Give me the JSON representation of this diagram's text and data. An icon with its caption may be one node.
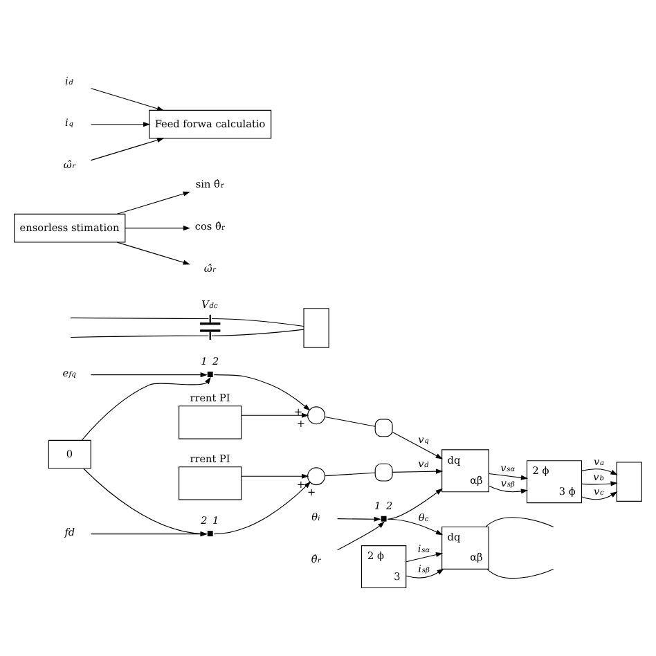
{
  "diagram": {
    "nodes": [
      {
        "text": [
          "0"
        ]
      },
      {
        "text": [
          "fd"
        ]
      },
      {
        "text": [],
        "shape": "switch",
        "beside": [
          "2",
          "1"
        ]
      },
      {
        "text": [],
        "shape": "switch",
        "beside": [
          "1",
          "2"
        ]
      },
      {
        "text": [
          "e$_{fq}$"
        ]
      },
      {
        "text": [],
        "shape": "capacitor",
        "beside": [
          "V$_{dc}$"
        ]
      },
      {
        "text": [],
        "shape": "box"
      },
      {
        "text": [
          "rrent PI"
        ]
      },
      {
        "text": [],
        "shape": "circle",
        "beside": [
          "+",
          "+"
        ]
      },
      {
        "text": [],
        "shape": "limiter"
      },
      {
        "text": [
          "dq",
          "αβ"
        ]
      },
      {
        "text": [
          "2 ϕ",
          "3 ϕ"
        ]
      },
      {
        "text": [],
        "shape": "box"
      },
      {
        "text": [
          "rrent PI"
        ]
      },
      {
        "text": [],
        "shape": "circle",
        "beside": [
          "+",
          "+"
        ]
      },
      {
        "text": [],
        "shape": "limiter"
      },
      {
        "text": [
          "dq",
          "αβ"
        ]
      },
      {
        "text": [
          "2 ϕ",
          "3"
        ]
      },
      {
        "text": [],
        "shape": "switch",
        "beside": [
          "1",
          "2"
        ]
      },
      {
        "text": [
          "θ$_{i}$"
        ]
      },
      {
        "text": [
          "θ̂$_{r}$"
        ]
      },
      {
        "text": [
          "ensorless stimation"
        ]
      },
      {
        "text": [
          "sin θ̂$_{r}$"
        ]
      },
      {
        "text": [
          "cos θ̂$_{r}$"
        ]
      },
      {
        "text": [
          "ω̂$_{r}$"
        ]
      },
      {
        "text": [
          "i$_{d}$"
        ]
      },
      {
        "text": [
          "i$_{q}$"
        ]
      },
      {
        "text": [
          "ω̂$_{r}$"
        ]
      },
      {
        "text": [
          "Feed forwa calculatio"
        ]
      }
    ],
    "edges": [
      {
        "from": 0,
        "to": 2,
        "arrow": "to"
      },
      {
        "from": 0,
        "to": 3,
        "arrow": "to"
      },
      {
        "from": 1,
        "to": 2,
        "arrow": "to"
      },
      {
        "from": 4,
        "to": 3,
        "arrow": "to"
      },
      {
        "from": 3,
        "to": 8,
        "arrow": "to"
      },
      {
        "from": 2,
        "to": 14,
        "arrow": "to"
      },
      {
        "from": 7,
        "to": 8,
        "arrow": "to"
      },
      {
        "from": 13,
        "to": 14,
        "arrow": "to"
      },
      {
        "from": 8,
        "to": 9,
        "arrow": "none"
      },
      {
        "from": 9,
        "to": 10,
        "arrow": "to",
        "label": "v$_{q}$"
      },
      {
        "from": 14,
        "to": 15,
        "arrow": "none"
      },
      {
        "from": 15,
        "to": 10,
        "arrow": "to",
        "label": "v$_{d}$"
      },
      {
        "from": 10,
        "to": 11,
        "arrow": "to",
        "label": "v$_{sα}$"
      },
      {
        "from": 10,
        "to": 11,
        "arrow": "to",
        "label": "v$_{sβ}$"
      },
      {
        "from": 11,
        "to": 12,
        "arrow": "to",
        "label": "v$_{a}$"
      },
      {
        "from": 11,
        "to": 12,
        "arrow": "to",
        "label": "v$_{b}$"
      },
      {
        "from": 11,
        "to": 12,
        "arrow": "to",
        "label": "v$_{c}$"
      },
      {
        "from": 5,
        "to": 6,
        "arrow": "none"
      },
      {
        "from": 5,
        "to": 6,
        "arrow": "none"
      },
      {
        "from": null,
        "to": 5,
        "arrow": "none"
      },
      {
        "from": null,
        "to": 5,
        "arrow": "none"
      },
      {
        "from": 18,
        "to": 10,
        "arrow": "to"
      },
      {
        "from": 18,
        "to": 16,
        "arrow": "to",
        "label": "θ$_{c}$"
      },
      {
        "from": 17,
        "to": 16,
        "arrow": "to",
        "label": "i$_{sβ}$"
      },
      {
        "from": 17,
        "to": 16,
        "arrow": "to",
        "label": "i$_{sα}$"
      },
      {
        "from": 16,
        "to": null,
        "arrow": "none"
      },
      {
        "from": 16,
        "to": null,
        "arrow": "none"
      },
      {
        "from": 19,
        "to": 18,
        "arrow": "to"
      },
      {
        "from": 20,
        "to": 18,
        "arrow": "to"
      },
      {
        "from": 21,
        "to": 22,
        "arrow": "to"
      },
      {
        "from": 21,
        "to": 23,
        "arrow": "to"
      },
      {
        "from": 21,
        "to": 24,
        "arrow": "to"
      },
      {
        "from": 25,
        "to": 28,
        "arrow": "to"
      },
      {
        "from": 26,
        "to": 28,
        "arrow": "to"
      },
      {
        "from": 27,
        "to": 28,
        "arrow": "to"
      }
    ]
  }
}
